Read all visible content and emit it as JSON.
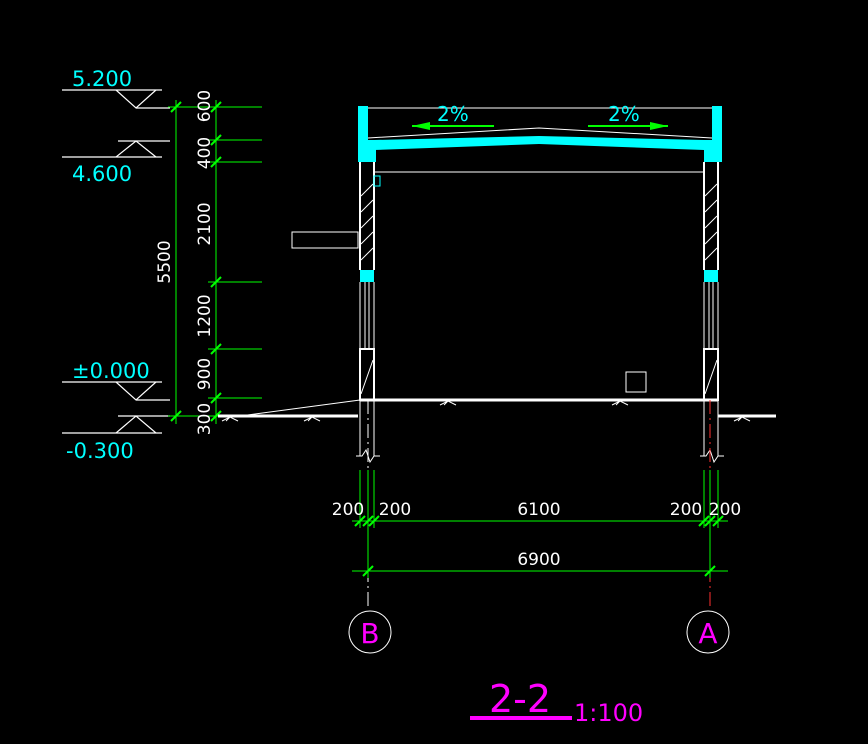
{
  "colors": {
    "background": "#000000",
    "line": "#ffffff",
    "dimension": "#00ff00",
    "roof": "#00ffff",
    "level_text": "#00ffff",
    "axis_line": "#ff0000",
    "axis_label": "#ff00ff"
  },
  "elevations": {
    "top": "5.200",
    "eave": "4.600",
    "floor": "±0.000",
    "ground": "-0.300"
  },
  "roof_slopes": {
    "left": "2%",
    "right": "2%"
  },
  "vertical_dims": {
    "overall": "5500",
    "segments": [
      "600",
      "400",
      "2100",
      "1200",
      "900",
      "300"
    ]
  },
  "horizontal_dims": {
    "left_wall_out": "200",
    "left_wall_in": "200",
    "span": "6100",
    "right_wall_in": "200",
    "right_wall_out": "200",
    "overall": "6900"
  },
  "axes": {
    "left": "B",
    "right": "A"
  },
  "title": {
    "name": "2-2",
    "scale": "1:100"
  }
}
